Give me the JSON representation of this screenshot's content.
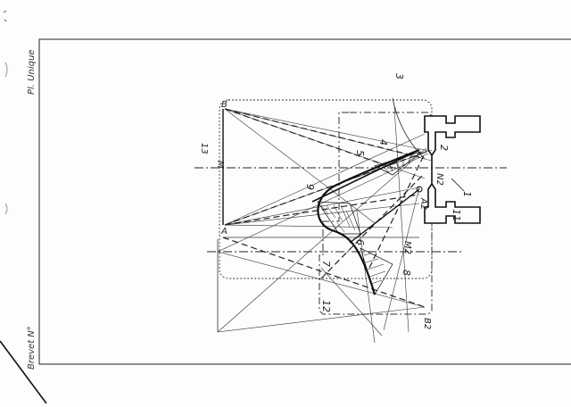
{
  "header": {
    "plate_label": "Pl. Unique",
    "patent_label": "Brevet N°"
  },
  "labels": {
    "n1": "1",
    "n2": "2",
    "n3": "3",
    "n4": "4",
    "n5": "5",
    "n6": "6",
    "n7": "7",
    "n8": "8",
    "n9": "9",
    "n11": "11",
    "n12": "12",
    "n13": "13",
    "A": "A",
    "B": "B",
    "M": "M",
    "A2": "A2",
    "B2": "B2",
    "M2": "M2",
    "N2": "N2"
  },
  "colors": {
    "ink": "#222222",
    "paper": "#fdfdfc"
  }
}
